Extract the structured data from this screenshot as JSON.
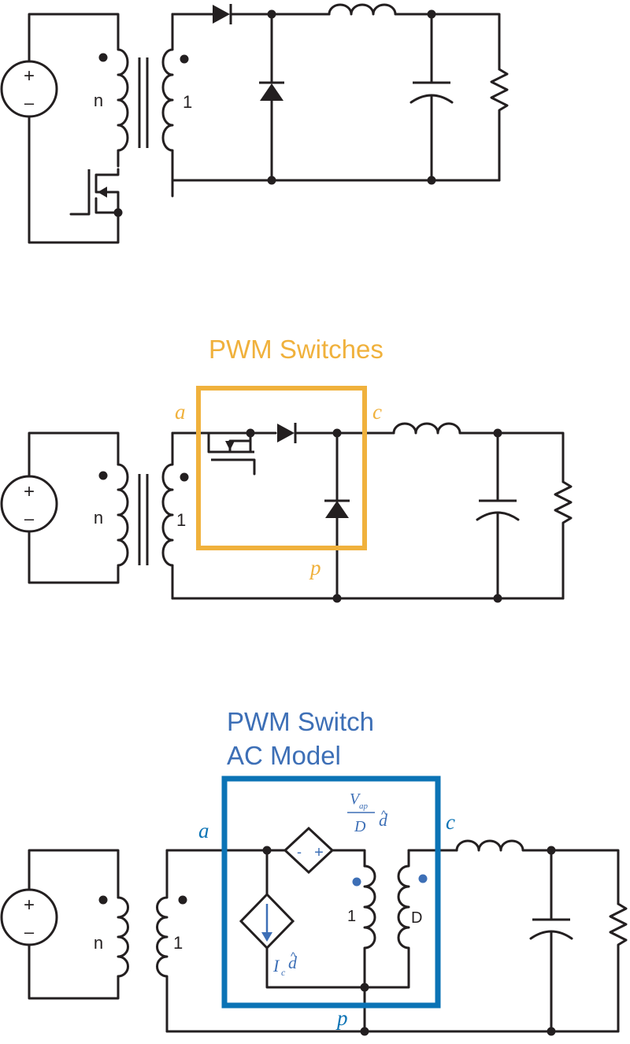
{
  "diagram1": {
    "source_plus": "+",
    "source_minus": "–",
    "primary_turns": "n",
    "secondary_turns": "1"
  },
  "diagram2": {
    "title": "PWM Switches",
    "source_plus": "+",
    "source_minus": "–",
    "primary_turns": "n",
    "secondary_turns": "1",
    "terminal_a": "a",
    "terminal_c": "c",
    "terminal_p": "p"
  },
  "diagram3": {
    "title_line1": "PWM Switch",
    "title_line2": "AC Model",
    "source_plus": "+",
    "source_minus": "–",
    "primary_turns": "n",
    "secondary_turns": "1",
    "terminal_a": "a",
    "terminal_c": "c",
    "terminal_p": "p",
    "vsource_minus": "-",
    "vsource_plus": "+",
    "vsource_num": "V",
    "vsource_num_sub": "ap",
    "vsource_den": "D",
    "vsource_var": "d",
    "vsource_hat": "^",
    "isource_var": "I",
    "isource_sub": "c",
    "isource_d": "d",
    "isource_hat": "^",
    "xfmr_left": "1",
    "xfmr_right": "D"
  },
  "colors": {
    "wire": "#231f20",
    "orange": "#f0b13c",
    "blue": "#0b73b5",
    "blue_text": "#3d6fb6"
  }
}
